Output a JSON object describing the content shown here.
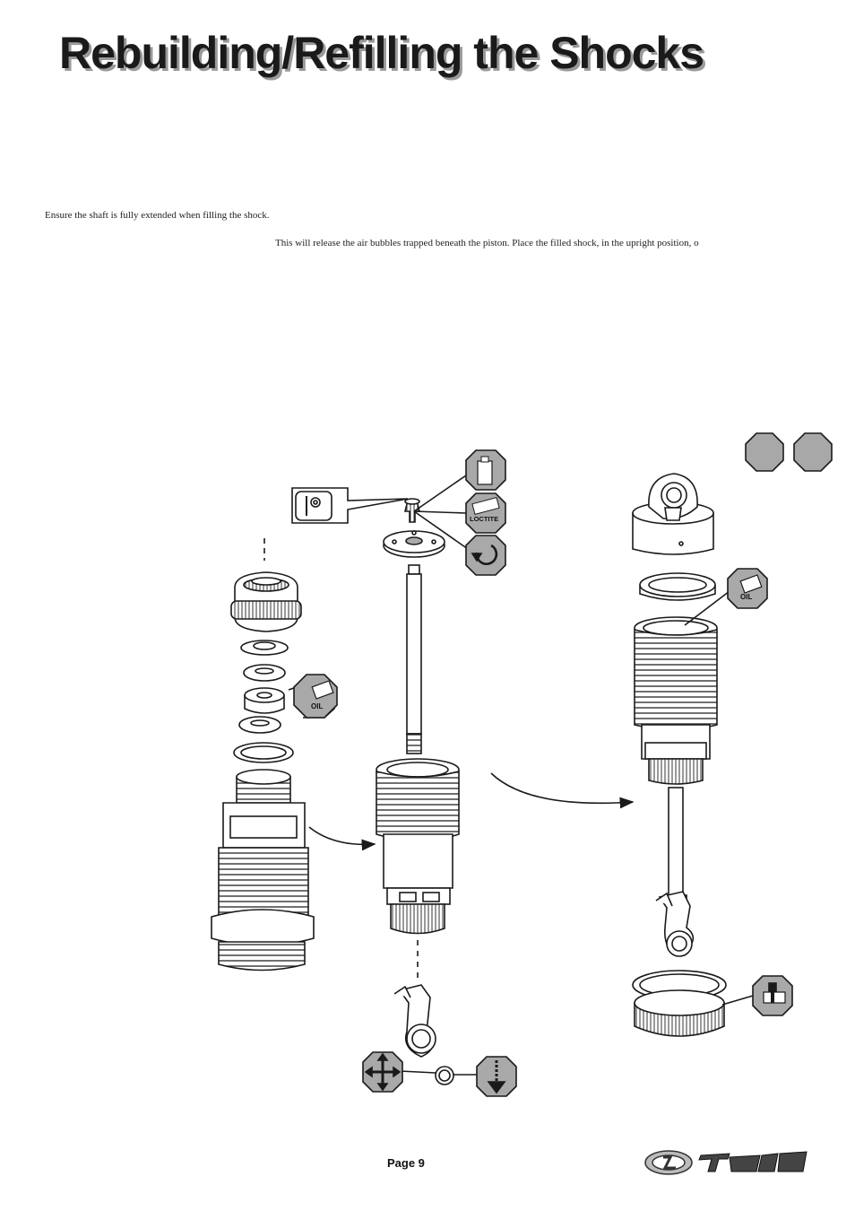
{
  "page": {
    "title": "Rebuilding/Refilling the Shocks",
    "paragraphs": [
      "Ensure the shaft is fully extended when filling the shock.",
      "This will release the air bubbles trapped beneath the piston. Place the filled shock, in the upright position, o"
    ],
    "page_number": "Page 9"
  },
  "callouts": {
    "loctite": "LOCTITE",
    "oil": "OIL"
  },
  "icons": [
    "bottle-icon",
    "loctite-icon",
    "tighten-icon",
    "oil-icon",
    "press-icon",
    "adjust-arrows-icon",
    "wrench-icon",
    "stop-badge-icon"
  ],
  "colors": {
    "icon_fill": "#a9a9a9",
    "line": "#1a1a1a",
    "badge_fill": "#a8a8a8"
  }
}
